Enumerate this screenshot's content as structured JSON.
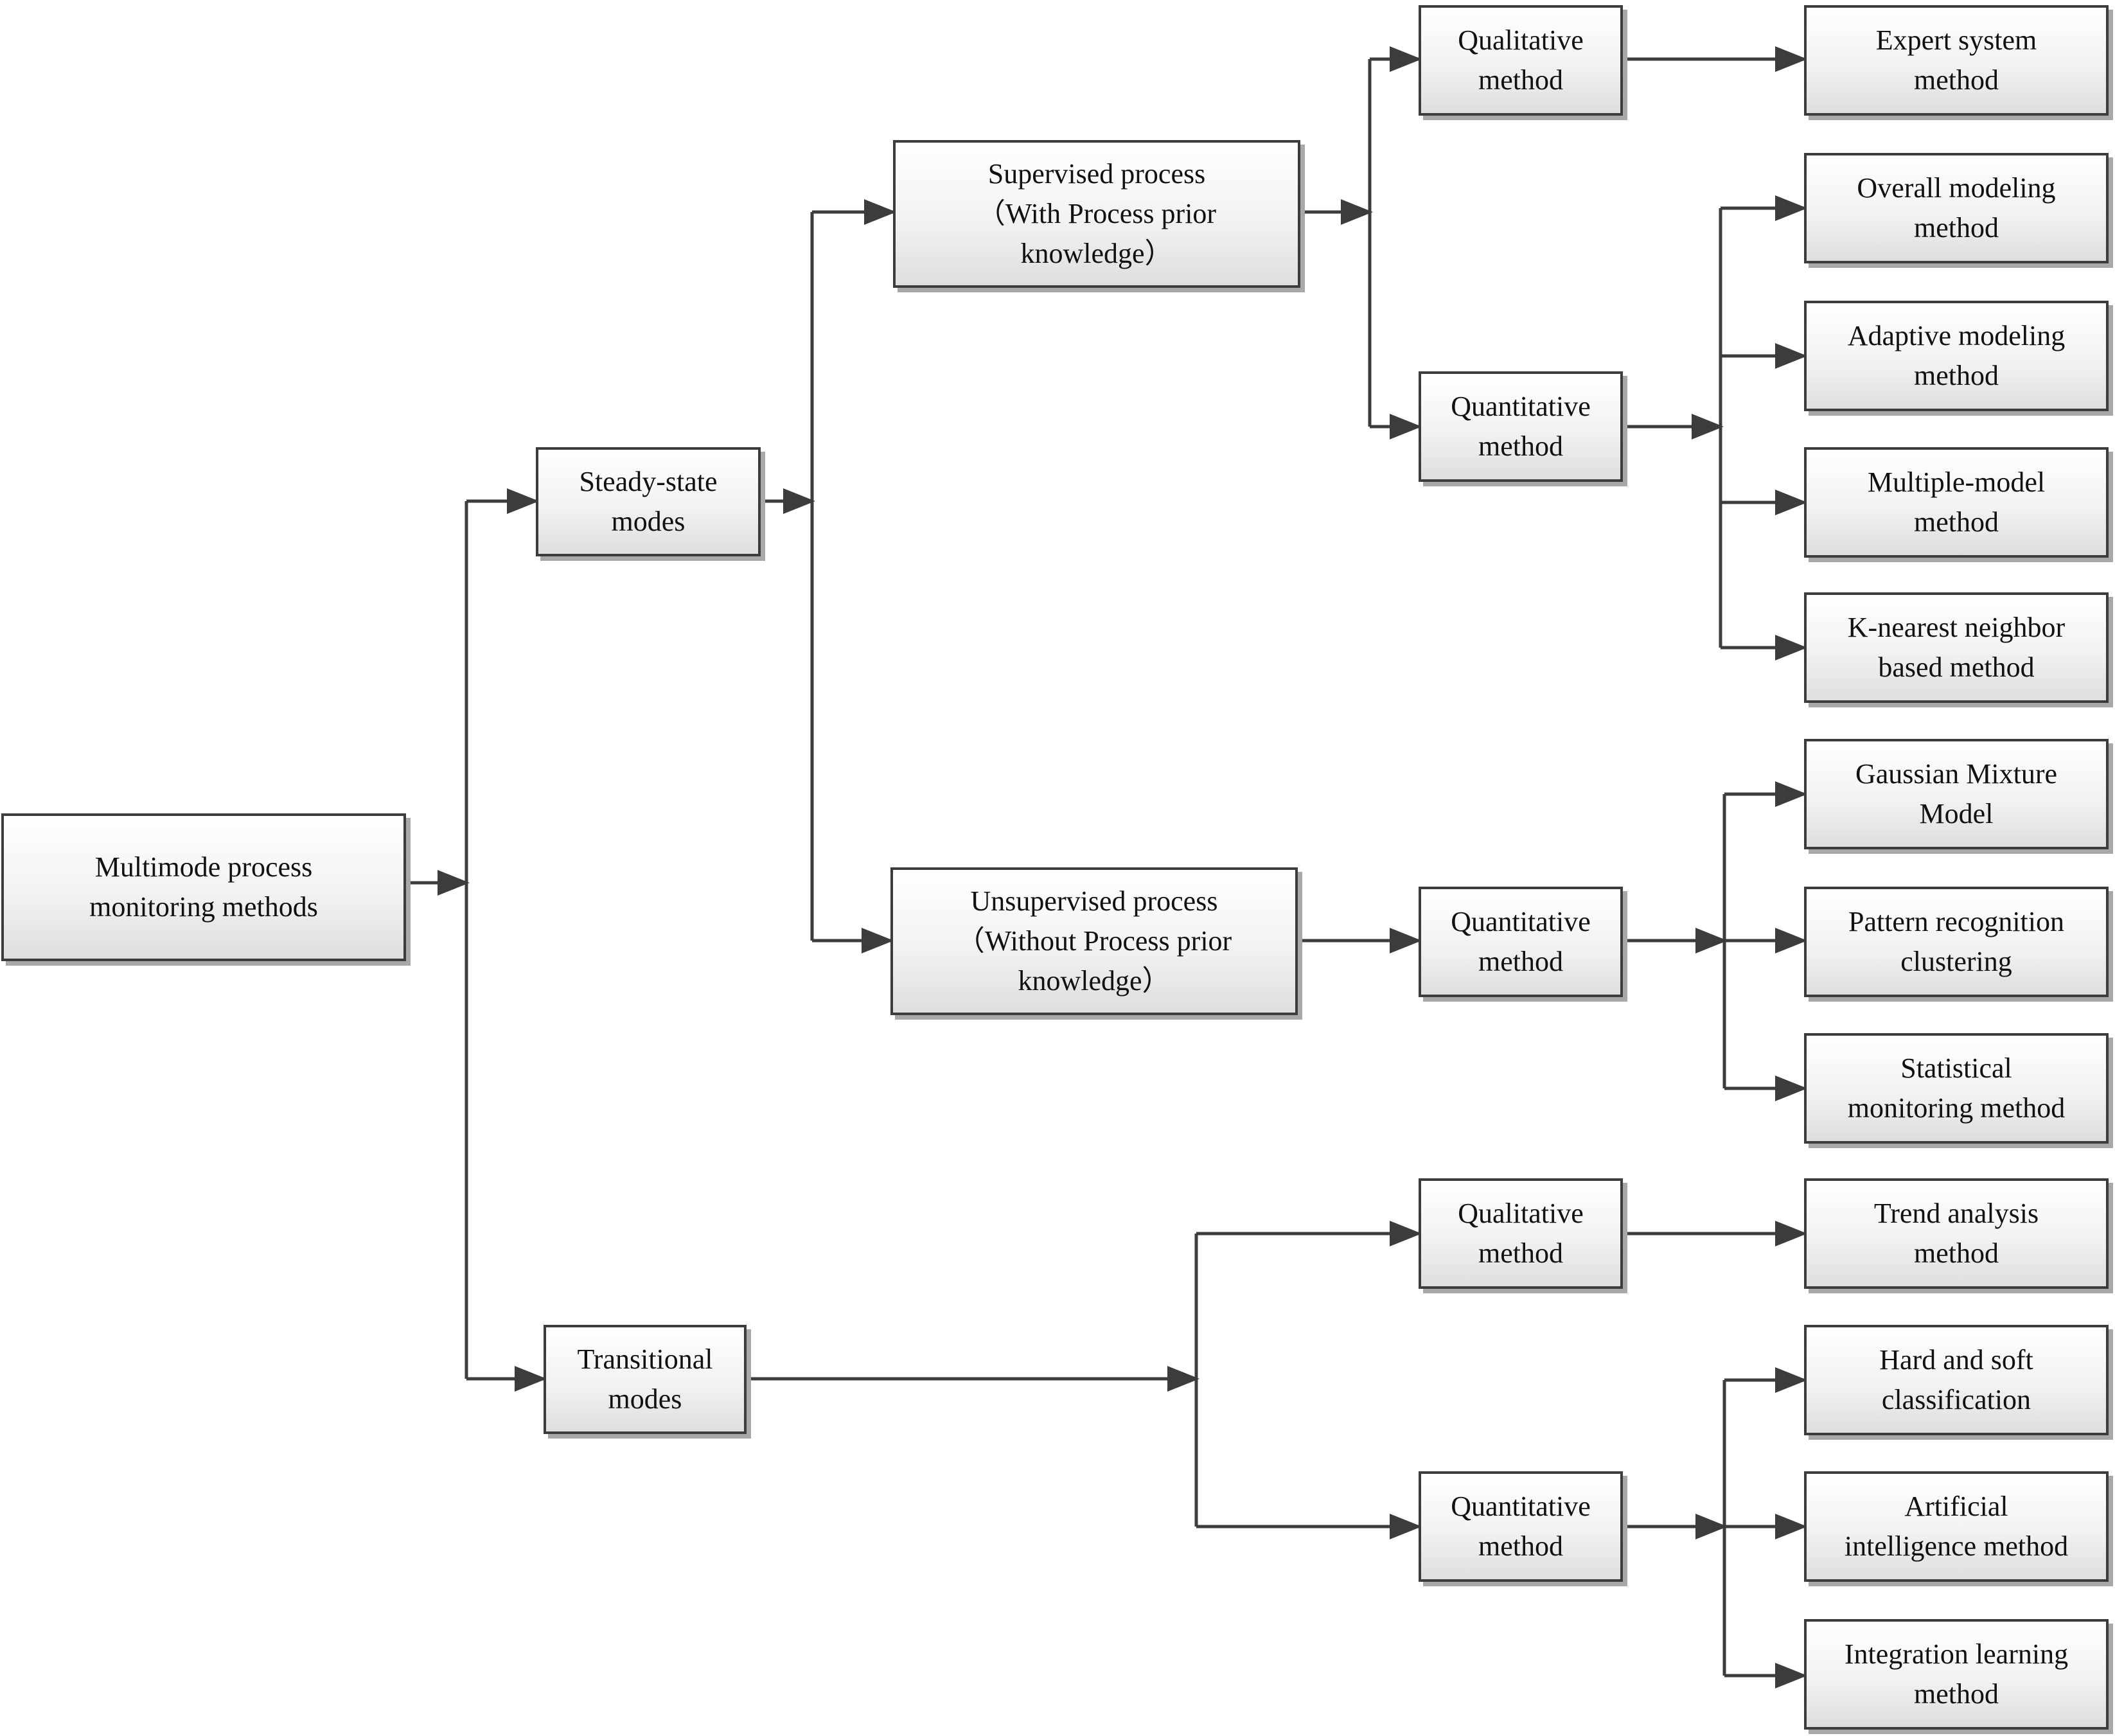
{
  "nodes": {
    "root": {
      "line1": "Multimode process",
      "line2": "monitoring methods"
    },
    "steady": {
      "line1": "Steady-state",
      "line2": "modes"
    },
    "transitional": {
      "line1": "Transitional",
      "line2": "modes"
    },
    "supervised": {
      "line1": "Supervised process",
      "line2": "（With Process prior",
      "line3": "knowledge）"
    },
    "unsupervised": {
      "line1": "Unsupervised process",
      "line2": "（Without Process prior",
      "line3": "knowledge）"
    },
    "sup_qual": {
      "line1": "Qualitative",
      "line2": "method"
    },
    "sup_quant": {
      "line1": "Quantitative",
      "line2": "method"
    },
    "unsup_quant": {
      "line1": "Quantitative",
      "line2": "method"
    },
    "trans_qual": {
      "line1": "Qualitative",
      "line2": "method"
    },
    "trans_quant": {
      "line1": "Quantitative",
      "line2": "method"
    },
    "expert": {
      "line1": "Expert system",
      "line2": "method"
    },
    "overall": {
      "line1": "Overall modeling",
      "line2": "method"
    },
    "adaptive": {
      "line1": "Adaptive modeling",
      "line2": "method"
    },
    "multiple": {
      "line1": "Multiple-model",
      "line2": "method"
    },
    "knn": {
      "line1": "K-nearest neighbor",
      "line2": "based method"
    },
    "gmm": {
      "line1": "Gaussian Mixture",
      "line2": "Model"
    },
    "pattern": {
      "line1": "Pattern recognition",
      "line2": "clustering"
    },
    "statistical": {
      "line1": "Statistical",
      "line2": "monitoring method"
    },
    "trend": {
      "line1": "Trend analysis",
      "line2": "method"
    },
    "hardsoft": {
      "line1": "Hard and soft",
      "line2": "classification"
    },
    "ai": {
      "line1": "Artificial",
      "line2": "intelligence method"
    },
    "ensemble": {
      "line1": "Integration learning",
      "line2": "method"
    }
  }
}
